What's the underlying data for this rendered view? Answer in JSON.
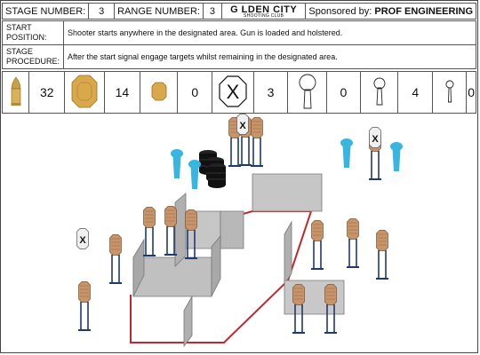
{
  "header": {
    "stage_label": "STAGE NUMBER:",
    "stage_value": "3",
    "range_label": "RANGE NUMBER:",
    "range_value": "3",
    "logo_main": "G LDEN CITY",
    "logo_sub": "SHOOTING CLUB",
    "sponsor_prefix": "Sponsored by:",
    "sponsor_name": "PROF ENGINEERING"
  },
  "start": {
    "label": "START POSITION:",
    "text": "Shooter starts anywhere in the designated area. Gun is loaded and holstered."
  },
  "procedure": {
    "label": "STAGE PROCEDURE:",
    "text": "After the start signal engage targets whilst remaining in the designated area."
  },
  "counts": {
    "rounds": "32",
    "paper_targets": "14",
    "small_steel": "0",
    "no_shoots": "3",
    "large_poppers": "0",
    "medium_poppers": "4",
    "small_poppers": "0"
  },
  "icons": {
    "rounds": "bullet-icon",
    "paper_targets": "ipsc-paper-target-icon",
    "small_steel": "small-steel-plate-icon",
    "no_shoots": "no-shoot-icon",
    "large_poppers": "large-popper-icon",
    "medium_poppers": "medium-popper-icon",
    "small_poppers": "small-popper-icon"
  },
  "colors": {
    "target": "#c8956a",
    "stand": "#1e3a6e",
    "popper": "#38b6e0",
    "barrel": "#111111",
    "wall": "#c0c0c0",
    "fault_line": "#c0282d",
    "no_shoot_mark": "X"
  }
}
